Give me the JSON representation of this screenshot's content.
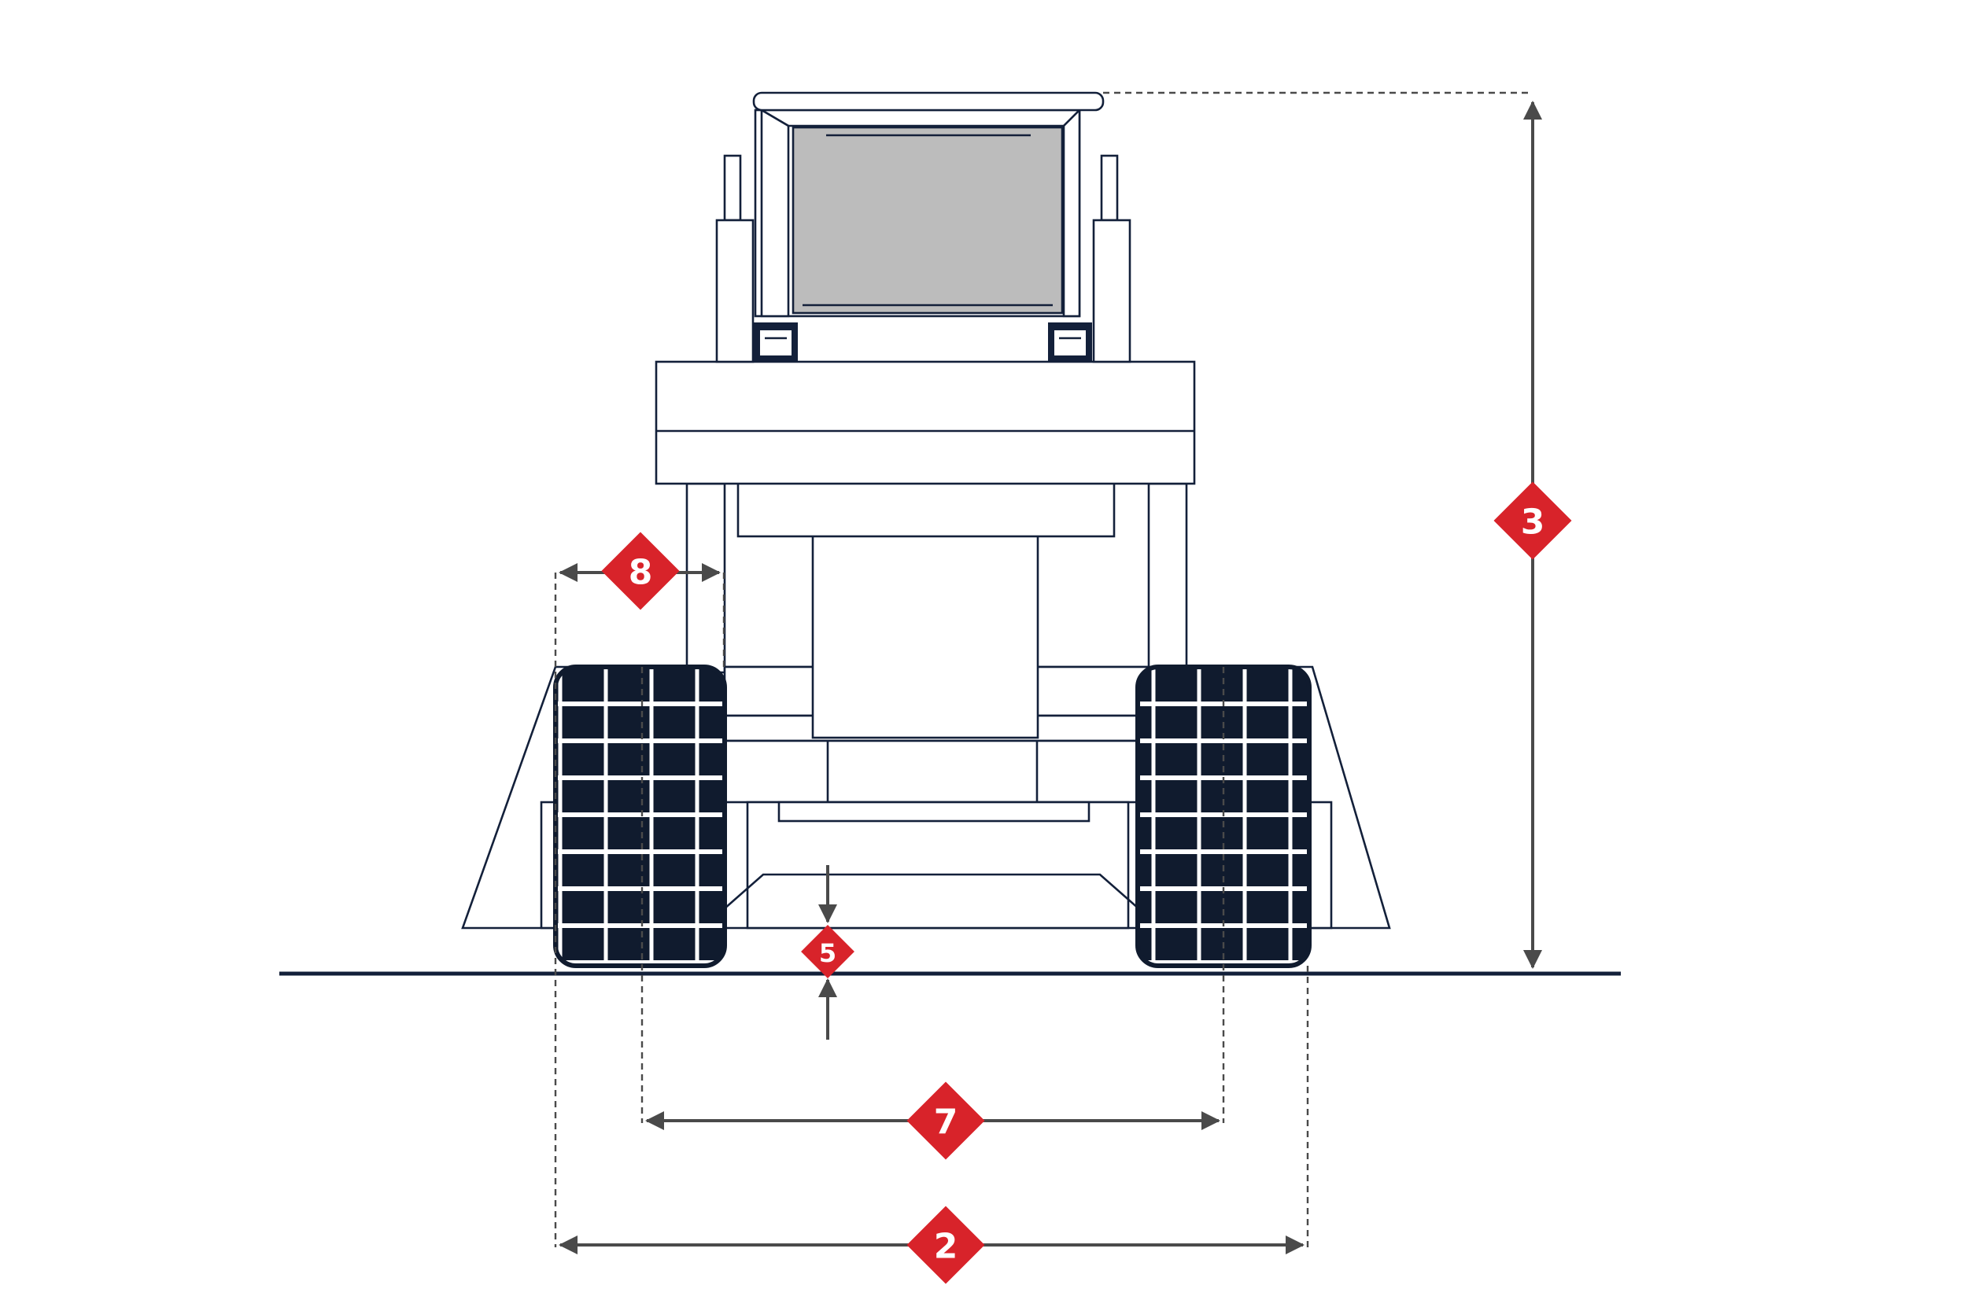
{
  "colors": {
    "outline": "#13203a",
    "track": "#101b2e",
    "glass": "#bcbcbc",
    "dimension": "#4a4a4a",
    "badge": "#d8232a",
    "badge_text": "#ffffff"
  },
  "dimensions": {
    "overall_width": {
      "label": "2"
    },
    "overall_height": {
      "label": "3"
    },
    "ground_clearance": {
      "label": "5"
    },
    "track_gauge": {
      "label": "7"
    },
    "track_width": {
      "label": "8"
    }
  }
}
